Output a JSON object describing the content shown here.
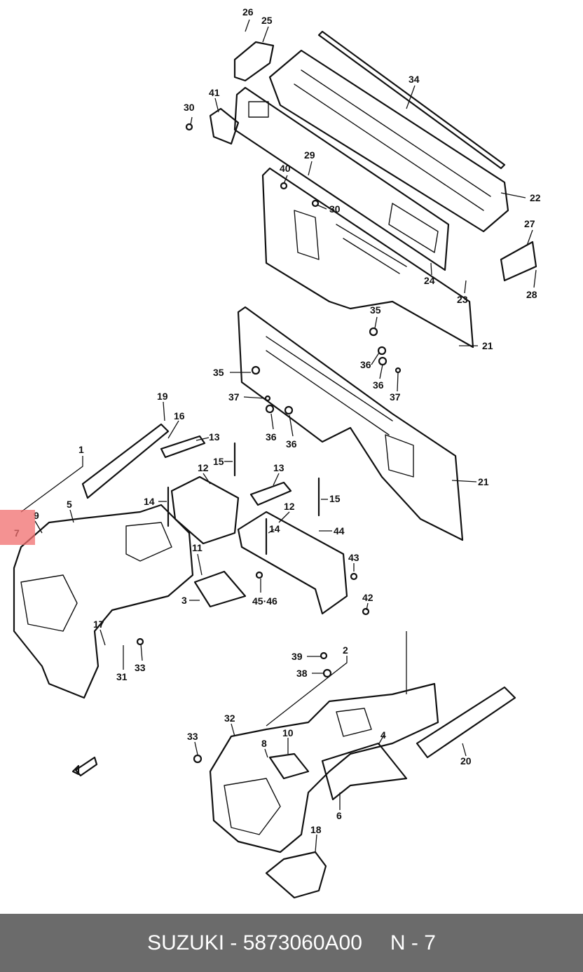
{
  "diagram": {
    "highlight_color": "#f06e6e",
    "callouts": [
      {
        "id": "c26",
        "text": "26"
      },
      {
        "id": "c25",
        "text": "25"
      },
      {
        "id": "c34",
        "text": "34"
      },
      {
        "id": "c41",
        "text": "41"
      },
      {
        "id": "c30a",
        "text": "30"
      },
      {
        "id": "c29",
        "text": "29"
      },
      {
        "id": "c40",
        "text": "40"
      },
      {
        "id": "c30b",
        "text": "30"
      },
      {
        "id": "c22",
        "text": "22"
      },
      {
        "id": "c27",
        "text": "27"
      },
      {
        "id": "c24",
        "text": "24"
      },
      {
        "id": "c23",
        "text": "23"
      },
      {
        "id": "c28",
        "text": "28"
      },
      {
        "id": "c35a",
        "text": "35"
      },
      {
        "id": "c21a",
        "text": "21"
      },
      {
        "id": "c36a",
        "text": "36"
      },
      {
        "id": "c36b",
        "text": "36"
      },
      {
        "id": "c35b",
        "text": "35"
      },
      {
        "id": "c37a",
        "text": "37"
      },
      {
        "id": "c37b",
        "text": "37"
      },
      {
        "id": "c36c",
        "text": "36"
      },
      {
        "id": "c36d",
        "text": "36"
      },
      {
        "id": "c19",
        "text": "19"
      },
      {
        "id": "c16",
        "text": "16"
      },
      {
        "id": "c13a",
        "text": "13"
      },
      {
        "id": "c1",
        "text": "1"
      },
      {
        "id": "c15a",
        "text": "15"
      },
      {
        "id": "c12a",
        "text": "12"
      },
      {
        "id": "c13b",
        "text": "13"
      },
      {
        "id": "c21b",
        "text": "21"
      },
      {
        "id": "c9",
        "text": "9"
      },
      {
        "id": "c7",
        "text": "7"
      },
      {
        "id": "c5",
        "text": "5"
      },
      {
        "id": "c14a",
        "text": "14"
      },
      {
        "id": "c15b",
        "text": "15"
      },
      {
        "id": "c12b",
        "text": "12"
      },
      {
        "id": "c14b",
        "text": "14"
      },
      {
        "id": "c44",
        "text": "44"
      },
      {
        "id": "c11",
        "text": "11"
      },
      {
        "id": "c43",
        "text": "43"
      },
      {
        "id": "c3",
        "text": "3"
      },
      {
        "id": "c4546",
        "text": "45·46"
      },
      {
        "id": "c42",
        "text": "42"
      },
      {
        "id": "c17",
        "text": "17"
      },
      {
        "id": "c31",
        "text": "31"
      },
      {
        "id": "c33a",
        "text": "33"
      },
      {
        "id": "c39",
        "text": "39"
      },
      {
        "id": "c2",
        "text": "2"
      },
      {
        "id": "c38",
        "text": "38"
      },
      {
        "id": "c32",
        "text": "32"
      },
      {
        "id": "c33b",
        "text": "33"
      },
      {
        "id": "c8",
        "text": "8"
      },
      {
        "id": "c10",
        "text": "10"
      },
      {
        "id": "c4",
        "text": "4"
      },
      {
        "id": "c20",
        "text": "20"
      },
      {
        "id": "c6",
        "text": "6"
      },
      {
        "id": "c18",
        "text": "18"
      }
    ]
  },
  "footer": {
    "brand_part": "SUZUKI - 5873060A00",
    "diagram_ref": "N - 7"
  }
}
